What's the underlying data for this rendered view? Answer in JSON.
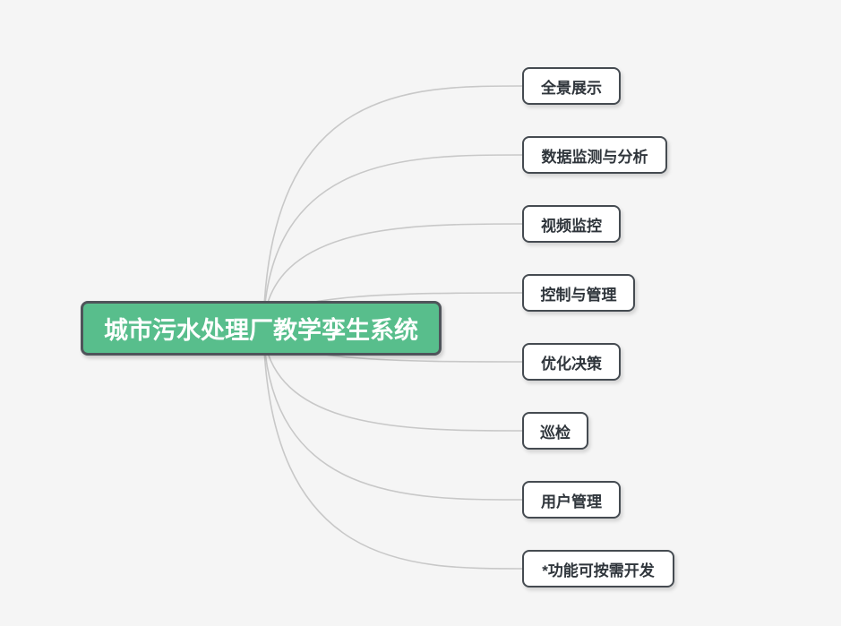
{
  "diagram": {
    "type": "mindmap",
    "root": {
      "label": "城市污水处理厂教学孪生系统"
    },
    "children": [
      {
        "label": "全景展示"
      },
      {
        "label": "数据监测与分析"
      },
      {
        "label": "视频监控"
      },
      {
        "label": "控制与管理"
      },
      {
        "label": "优化决策"
      },
      {
        "label": "巡检"
      },
      {
        "label": "用户管理"
      },
      {
        "label": "*功能可按需开发"
      }
    ],
    "colors": {
      "background": "#f5f5f5",
      "root_fill": "#58be8c",
      "root_text": "#ffffff",
      "root_border": "#4f545a",
      "node_fill": "#ffffff",
      "node_text": "#2f353b",
      "node_border": "#454b51",
      "connector": "#c8c8c8"
    }
  }
}
